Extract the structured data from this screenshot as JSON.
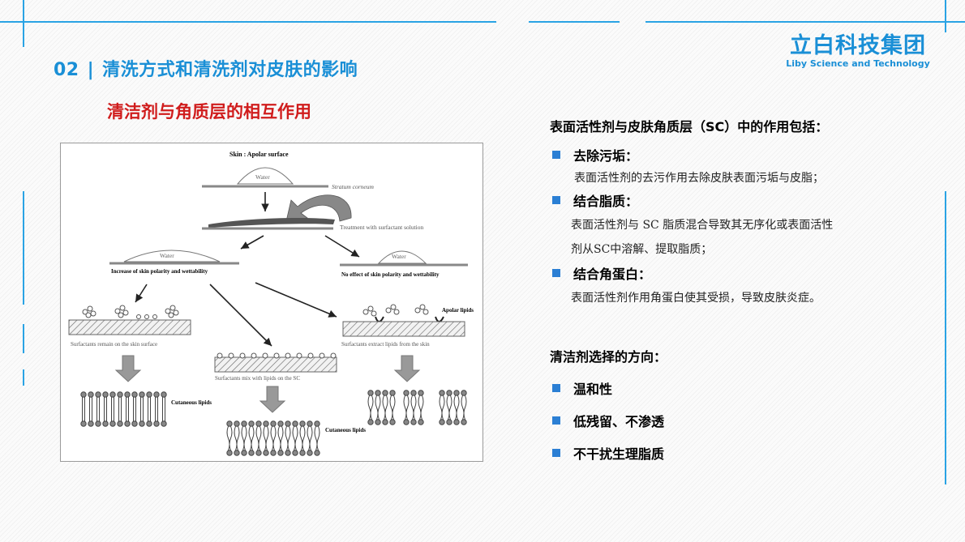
{
  "header": {
    "section_number": "02",
    "separator": "|",
    "title": "清洗方式和清洗剂对皮肤的影响",
    "subtitle": "清洁剂与角质层的相互作用"
  },
  "logo": {
    "chinese": "立白科技集团",
    "english": "Liby Science and Technology",
    "color": "#1a8fd6"
  },
  "figure": {
    "top_label": "Skin : Apolar surface",
    "water_label": "Water",
    "stratum_label": "Stratum corneum",
    "treatment_label": "Treatment with surfactant solution",
    "left_result": "Increase of skin polarity and wettability",
    "right_result": "No effect of skin polarity and wettability",
    "apolar_lipids": "Apolar lipids",
    "remain_label": "Surfactants remain on the skin surface",
    "mix_label": "Surfactants mix with lipids on the SC",
    "extract_label": "Surfactants extract lipids from the skin",
    "cutaneous_1": "Cutaneous lipids",
    "cutaneous_2": "Cutaneous lipids"
  },
  "right": {
    "heading": "表面活性剂与皮肤角质层（SC）中的作用包括：",
    "items": [
      {
        "title": "去除污垢：",
        "desc": "表面活性剂的去污作用去除皮肤表面污垢与皮脂；"
      },
      {
        "title": "结合脂质：",
        "desc_line1": "表面活性剂与 SC 脂质混合导致其无序化或表面活性",
        "desc_line2": "剂从SC中溶解、提取脂质；"
      },
      {
        "title": "结合角蛋白：",
        "desc": "表面活性剂作用角蛋白使其受损，导致皮肤炎症。"
      }
    ],
    "direction_heading": "清洁剂选择的方向：",
    "directions": [
      "温和性",
      "低残留、不渗透",
      "不干扰生理脂质"
    ]
  },
  "colors": {
    "accent_blue": "#1a8fd6",
    "subtitle_red": "#d01c1c",
    "bullet_blue": "#2b7fd4"
  }
}
